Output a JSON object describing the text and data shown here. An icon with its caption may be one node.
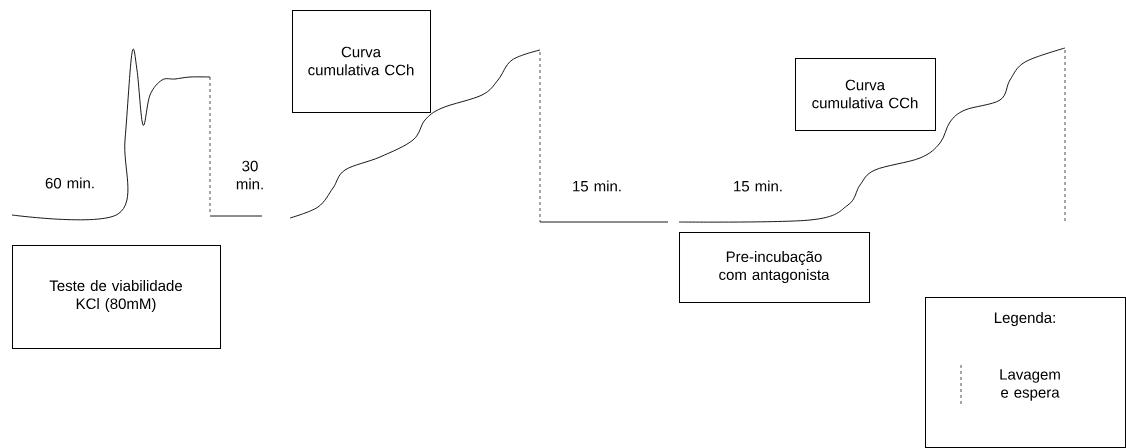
{
  "diagram": {
    "nodes": [
      {
        "text": [
          "Teste de viabilidade KCl (80mM)"
        ]
      },
      {
        "text": [
          "Curva cumulativa CCh"
        ]
      },
      {
        "text": [
          "Curva cumulativa CCh"
        ]
      },
      {
        "text": [
          "Pre-incubação com antagonista"
        ]
      },
      {
        "text": [
          "Legenda:"
        ]
      }
    ],
    "edges": [],
    "labels": [
      "60 min.",
      "30 min.",
      "15 min.",
      "15 min."
    ],
    "legend": [
      {
        "text": "Lavagem e espera"
      }
    ]
  }
}
